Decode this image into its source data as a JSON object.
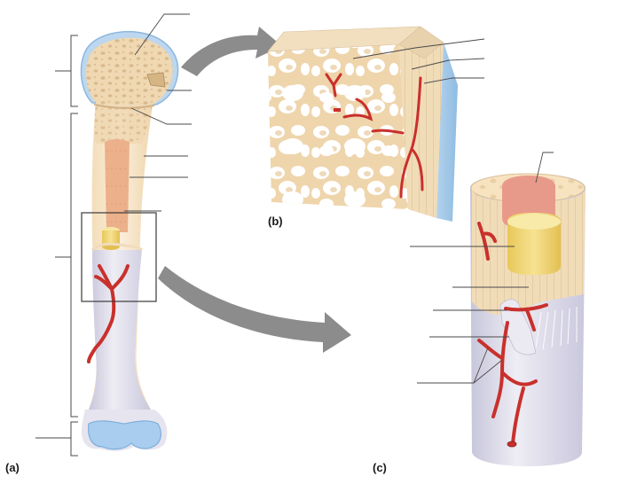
{
  "panels": [
    {
      "label": "(a)"
    },
    {
      "label": "(b)"
    },
    {
      "label": "(c)"
    }
  ],
  "colors": {
    "spongy_bone": "#ecd2a8",
    "compact_bone": "#f6e7cc",
    "cartilage": "#a9cbe9",
    "periosteum": "#d7d6e6",
    "marrow_red": "#e9a27e",
    "marrow_yellow": "#f2d77a",
    "blood_vessel": "#c9302c",
    "arrow": "#8c8c8c"
  }
}
